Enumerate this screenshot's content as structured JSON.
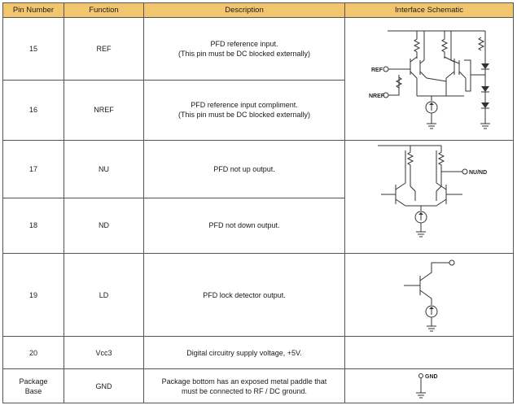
{
  "headers": {
    "pin": "Pin Number",
    "function": "Function",
    "description": "Description",
    "schematic": "Interface Schematic"
  },
  "rows": [
    {
      "pin": "15",
      "function": "REF",
      "description": [
        "PFD reference input.",
        "(This pin must be DC blocked externally)"
      ]
    },
    {
      "pin": "16",
      "function": "NREF",
      "description": [
        "PFD reference input compliment.",
        "(This pin must be DC blocked externally)"
      ]
    },
    {
      "pin": "17",
      "function": "NU",
      "description": [
        "PFD not up output."
      ]
    },
    {
      "pin": "18",
      "function": "ND",
      "description": [
        "PFD not down output."
      ]
    },
    {
      "pin": "19",
      "function": "LD",
      "description": [
        "PFD lock detector output."
      ]
    },
    {
      "pin": "20",
      "function": "Vcc3",
      "description": [
        "Digital circuitry supply voltage, +5V."
      ]
    },
    {
      "pin": "Package\nBase",
      "function": "GND",
      "description": [
        "Package bottom has an exposed metal paddle that",
        "must be connected to RF / DC ground."
      ]
    }
  ],
  "schematic_labels": {
    "ref": "REF",
    "nref": "NREF",
    "nu_nd": "NU/ND",
    "gnd": "GND"
  },
  "colors": {
    "header_bg": "#f2c66f",
    "border": "#555555"
  }
}
